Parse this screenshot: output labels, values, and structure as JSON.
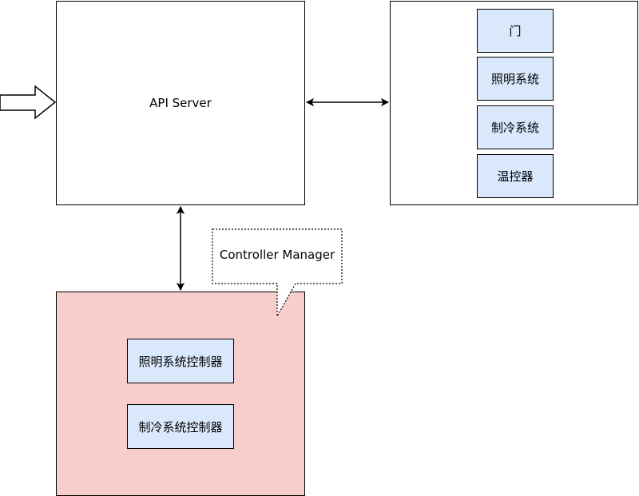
{
  "api_server": {
    "label": "API Server"
  },
  "devices": {
    "items": [
      "门",
      "照明系统",
      "制冷系统",
      "温控器"
    ]
  },
  "controller_manager": {
    "callout_label": "Controller Manager",
    "controllers": [
      "照明系统控制器",
      "制冷系统控制器"
    ]
  },
  "colors": {
    "device_fill": "#dae8fc",
    "controller_manager_fill": "#f8cecc",
    "stroke": "#000000"
  }
}
